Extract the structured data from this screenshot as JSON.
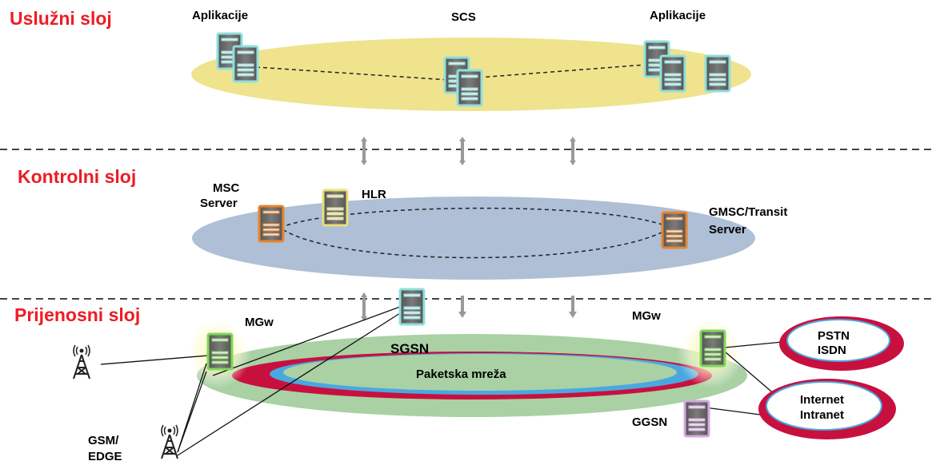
{
  "layers": {
    "service": "Uslužni sloj",
    "control": "Kontrolni sloj",
    "transport": "Prijenosni sloj"
  },
  "labels": {
    "app_left": "Aplikacije",
    "scs": "SCS",
    "app_right": "Aplikacije",
    "msc_line1": "MSC",
    "msc_line2": "Server",
    "hlr": "HLR",
    "gmsc_line1": "GMSC/Transit",
    "gmsc_line2": "Server",
    "mgw_left": "MGw",
    "mgw_right": "MGw",
    "sgsn": "SGSN",
    "packet_net": "Paketska mreža",
    "pstn": "PSTN",
    "isdn": "ISDN",
    "internet": "Internet",
    "intranet": "Intranet",
    "ggsn": "GGSN",
    "gsm": "GSM/",
    "edge": "EDGE"
  },
  "colors": {
    "layer_title": "#ee1c24",
    "service_plane": "#efe38e",
    "control_plane": "#aebfd6",
    "transport_plane": "#a9d1a4",
    "packet_ring": "#c8103e",
    "app_server_border": "#8fe0dc",
    "msc_border": "#e8842c",
    "hlr_border": "#e8e07a",
    "mgw_border": "#7ed957",
    "ggsn_border": "#d4a8e0"
  }
}
